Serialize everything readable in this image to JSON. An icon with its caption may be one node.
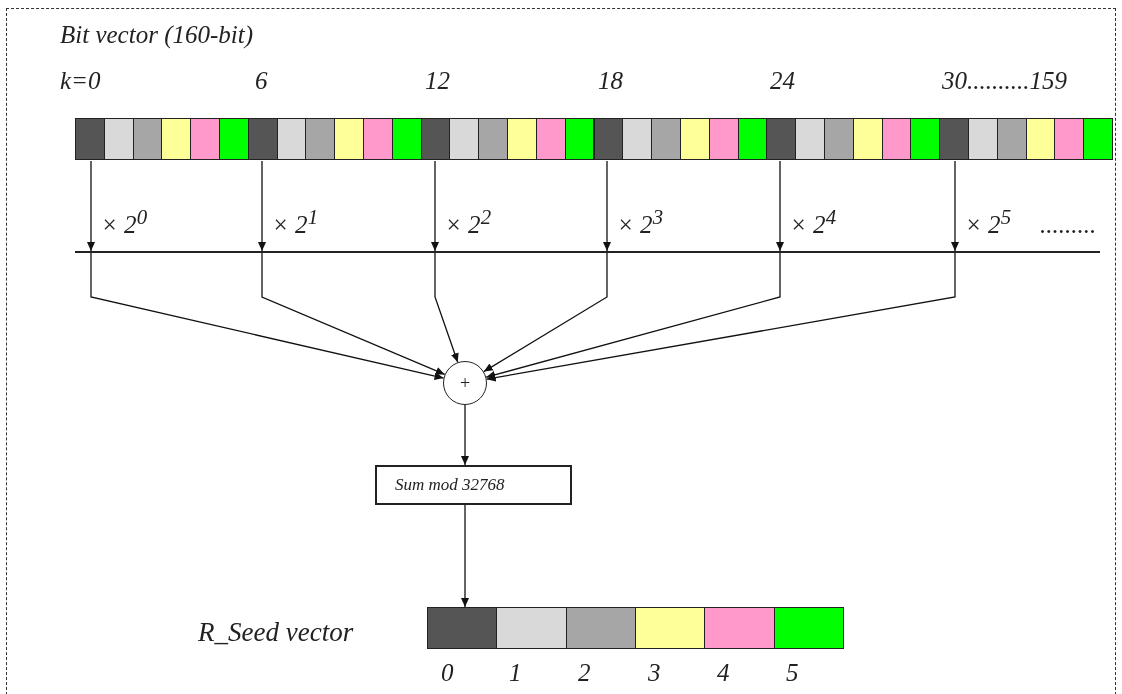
{
  "diagram": {
    "nodes": [
      {
        "text": [
          "Bit vector (160-bit)"
        ]
      },
      {
        "text": [],
        "shape": "line"
      },
      {
        "text": [
          "+"
        ]
      },
      {
        "text": [
          "Sum mod 32768"
        ]
      },
      {
        "text": [
          "R_Seed vector"
        ]
      }
    ],
    "edges": [
      {
        "from": 0,
        "to": 1,
        "arrow": "to",
        "label": "× 2$^{0}$"
      },
      {
        "from": 0,
        "to": 1,
        "arrow": "to",
        "label": "× 2$^{1}$"
      },
      {
        "from": 0,
        "to": 1,
        "arrow": "to",
        "label": "× 2$^{2}$"
      },
      {
        "from": 0,
        "to": 1,
        "arrow": "to",
        "label": "× 2$^{3}$"
      },
      {
        "from": 0,
        "to": 1,
        "arrow": "to",
        "label": "× 2$^{4}$"
      },
      {
        "from": 0,
        "to": 1,
        "arrow": "to",
        "label": "× 2$^{5}$"
      },
      {
        "from": 1,
        "to": 2,
        "arrow": "to"
      },
      {
        "from": 1,
        "to": 2,
        "arrow": "to"
      },
      {
        "from": 1,
        "to": 2,
        "arrow": "to"
      },
      {
        "from": 1,
        "to": 2,
        "arrow": "to"
      },
      {
        "from": 1,
        "to": 2,
        "arrow": "to"
      },
      {
        "from": 1,
        "to": 2,
        "arrow": "to"
      },
      {
        "from": 2,
        "to": 3,
        "arrow": "to"
      },
      {
        "from": 3,
        "to": 4,
        "arrow": "to"
      }
    ],
    "labels": [
      "k=0",
      "6",
      "12",
      "18",
      "24",
      "30..........159",
      ".........",
      "0",
      "1",
      "2",
      "3",
      "4",
      "5"
    ]
  }
}
